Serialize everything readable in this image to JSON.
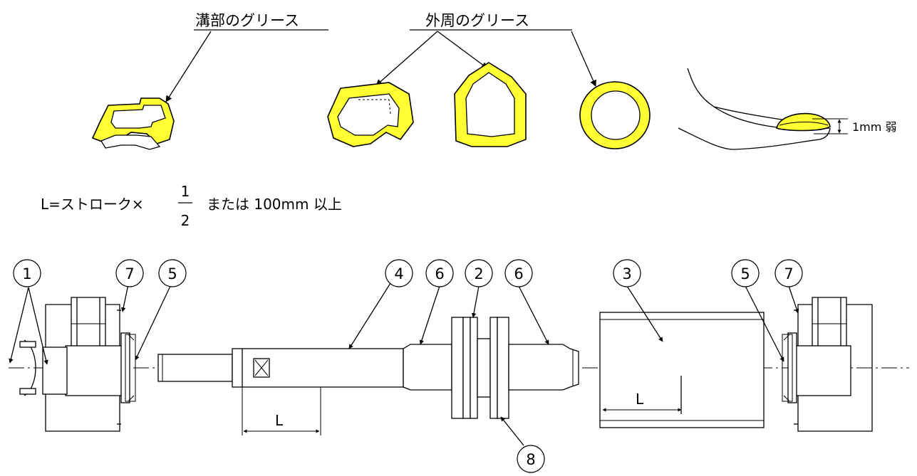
{
  "labels": {
    "groove_grease": "溝部のグリース",
    "outer_grease": "外周のグリース",
    "thickness": "1mm 弱"
  },
  "formula": {
    "prefix": "L=ストローク×",
    "numerator": "1",
    "denominator": "2",
    "suffix": "または 100mm 以上"
  },
  "dimension_label": "L",
  "part_numbers": {
    "n1": "1",
    "n7a": "7",
    "n5a": "5",
    "n4": "4",
    "n6a": "6",
    "n2": "2",
    "n6b": "6",
    "n3": "3",
    "n5b": "5",
    "n7b": "7",
    "n8": "8"
  },
  "colors": {
    "grease": "#ffff33",
    "line": "#000000"
  }
}
